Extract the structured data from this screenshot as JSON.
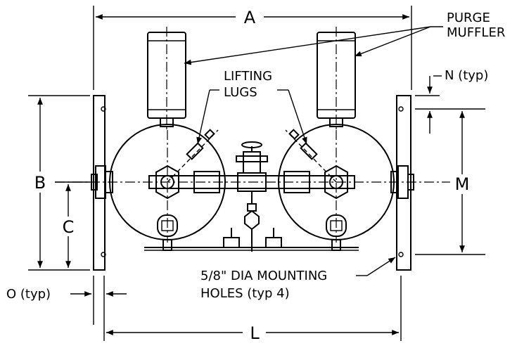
{
  "labels": {
    "dim_a": "A",
    "dim_b": "B",
    "dim_c": "C",
    "dim_l": "L",
    "dim_m": "M",
    "dim_n": "N (typ)",
    "dim_o": "O (typ)",
    "purge_muffler_line1": "PURGE",
    "purge_muffler_line2": "MUFFLER",
    "lifting_lugs_line1": "LIFTING",
    "lifting_lugs_line2": "LUGS",
    "mounting_holes_line1": "5/8\" DIA MOUNTING",
    "mounting_holes_line2": "HOLES (typ 4)"
  }
}
